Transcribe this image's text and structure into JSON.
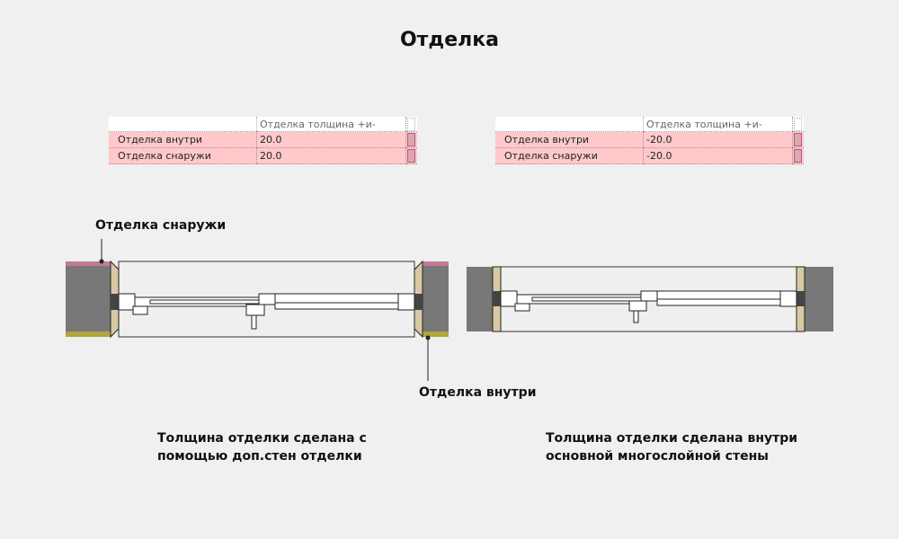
{
  "title": "Отделка",
  "left_table": {
    "header": "Отделка толщина +и-",
    "rows": [
      {
        "name": "Отделка внутри",
        "value": "20.0"
      },
      {
        "name": "Отделка снаружи",
        "value": "20.0"
      }
    ]
  },
  "right_table": {
    "header": "Отделка толщина +и-",
    "rows": [
      {
        "name": "Отделка внутри",
        "value": "-20.0"
      },
      {
        "name": "Отделка снаружи",
        "value": "-20.0"
      }
    ]
  },
  "labels": {
    "outside": "Отделка снаружи",
    "inside": "Отделка внутри"
  },
  "captions": {
    "left": [
      "Толщина отделки сделана с",
      "помощью доп.стен отделки"
    ],
    "right": [
      "Толщина отделки сделана внутри",
      "основной многослойной стены"
    ]
  },
  "colors": {
    "wall": "#787878",
    "finish": "#d8c9a2",
    "outer_band": "#c07c96",
    "inner_band": "#b2a440",
    "row_highlight": "#ffc9cc"
  }
}
